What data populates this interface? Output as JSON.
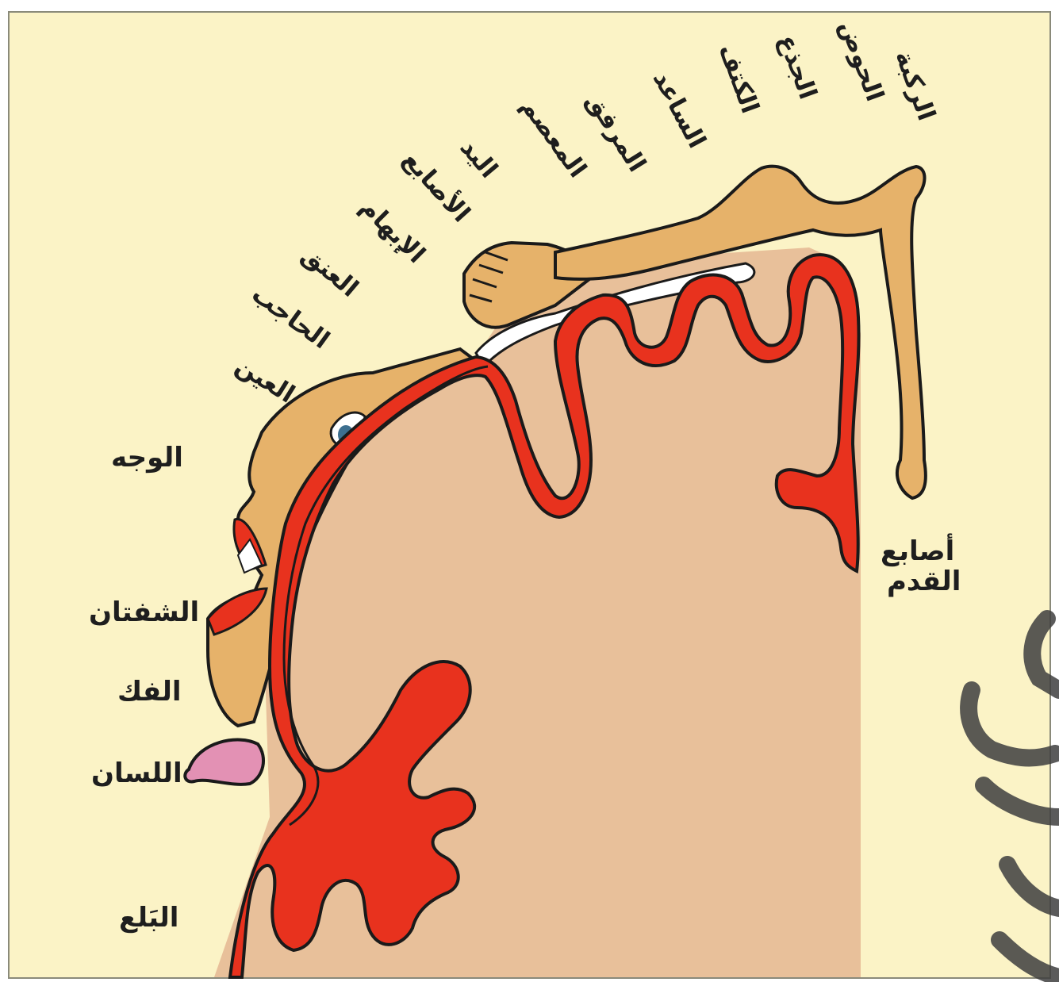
{
  "colors": {
    "background": "#fbf3c6",
    "cortex": "#e8c09a",
    "gyrus_red": "#e8321e",
    "skin": "#e6b26a",
    "tongue": "#e391b4",
    "outline": "#1a1a1a",
    "watermark": "#3f3f3f"
  },
  "labels_left": {
    "face": "الوجه",
    "lips": "الشفتان",
    "jaw": "الفك",
    "tongue": "اللسان",
    "swallowing": "البَلع"
  },
  "labels_top": {
    "knee": "الركبة",
    "hip": "الحوض",
    "trunk": "الجذع",
    "shoulder": "الكتف",
    "arm": "الساعد",
    "elbow": "المرفق",
    "wrist": "المعصم",
    "hand": "اليد",
    "fingers": "الأصابع",
    "thumb": "الإبهام",
    "neck": "العنق",
    "brow": "الحاجب",
    "eye": "العين"
  },
  "labels_right": {
    "toes_line1": "أصابع",
    "toes_line2": "القدم"
  }
}
